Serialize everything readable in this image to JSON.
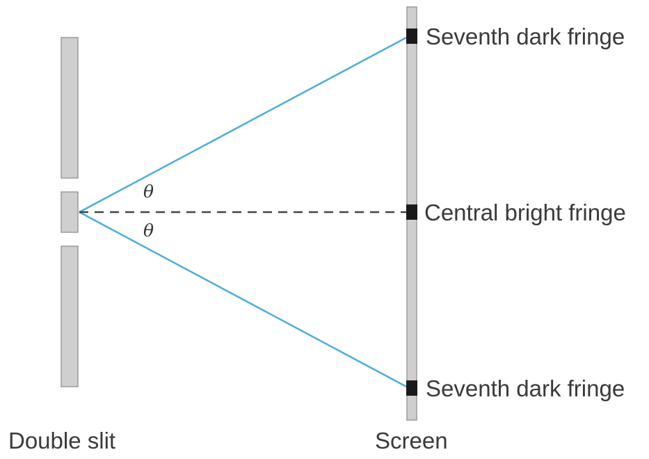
{
  "labels": {
    "top_fringe": "Seventh dark fringe",
    "central_fringe": "Central bright fringe",
    "bottom_fringe": "Seventh dark fringe",
    "double_slit": "Double slit",
    "screen": "Screen",
    "angle_upper": "θ",
    "angle_lower": "θ"
  },
  "colors": {
    "barrier_fill": "#cfcfcf",
    "barrier_stroke": "#9a9a9a",
    "ray": "#4aaee0",
    "axis_dash": "#444444",
    "fringe_marker": "#1a1a1a",
    "text": "#3a3a3a"
  }
}
